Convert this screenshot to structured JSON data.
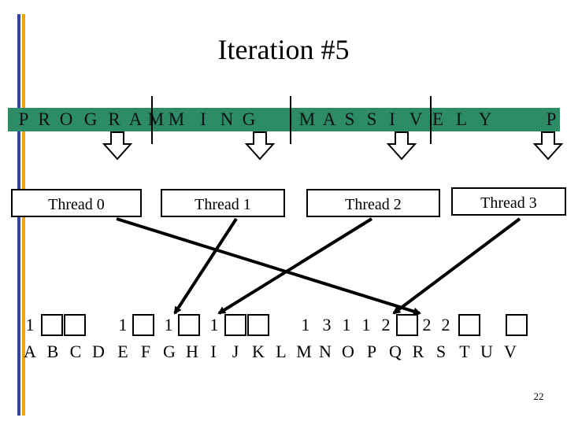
{
  "title": "Iteration #5",
  "banner_text": [
    "P",
    "R",
    "O",
    "G",
    "R",
    "A",
    "M",
    "M",
    "I",
    "N",
    "G",
    "",
    "M",
    "A",
    "S",
    "S",
    "I",
    "V",
    "E",
    "L",
    "Y",
    "",
    "P"
  ],
  "threads": [
    {
      "label": "Thread 0"
    },
    {
      "label": "Thread 1"
    },
    {
      "label": "Thread 2"
    },
    {
      "label": "Thread 3"
    }
  ],
  "histogram_values": [
    "1",
    "",
    "",
    "",
    "1",
    "",
    "1",
    "",
    "1",
    "",
    "",
    "",
    "1",
    "3",
    "1",
    "1",
    "2",
    "",
    "2",
    "2",
    "",
    ""
  ],
  "alphabet": [
    "A",
    "B",
    "C",
    "D",
    "E",
    "F",
    "G",
    "H",
    "I",
    "J",
    "K",
    "L",
    "M",
    "N",
    "O",
    "P",
    "Q",
    "R",
    "S",
    "T",
    "U",
    "V"
  ],
  "page_number": "22",
  "colors": {
    "banner": "#2e8b68",
    "bar_blue": "#3344aa",
    "bar_orange": "#f0a020"
  }
}
